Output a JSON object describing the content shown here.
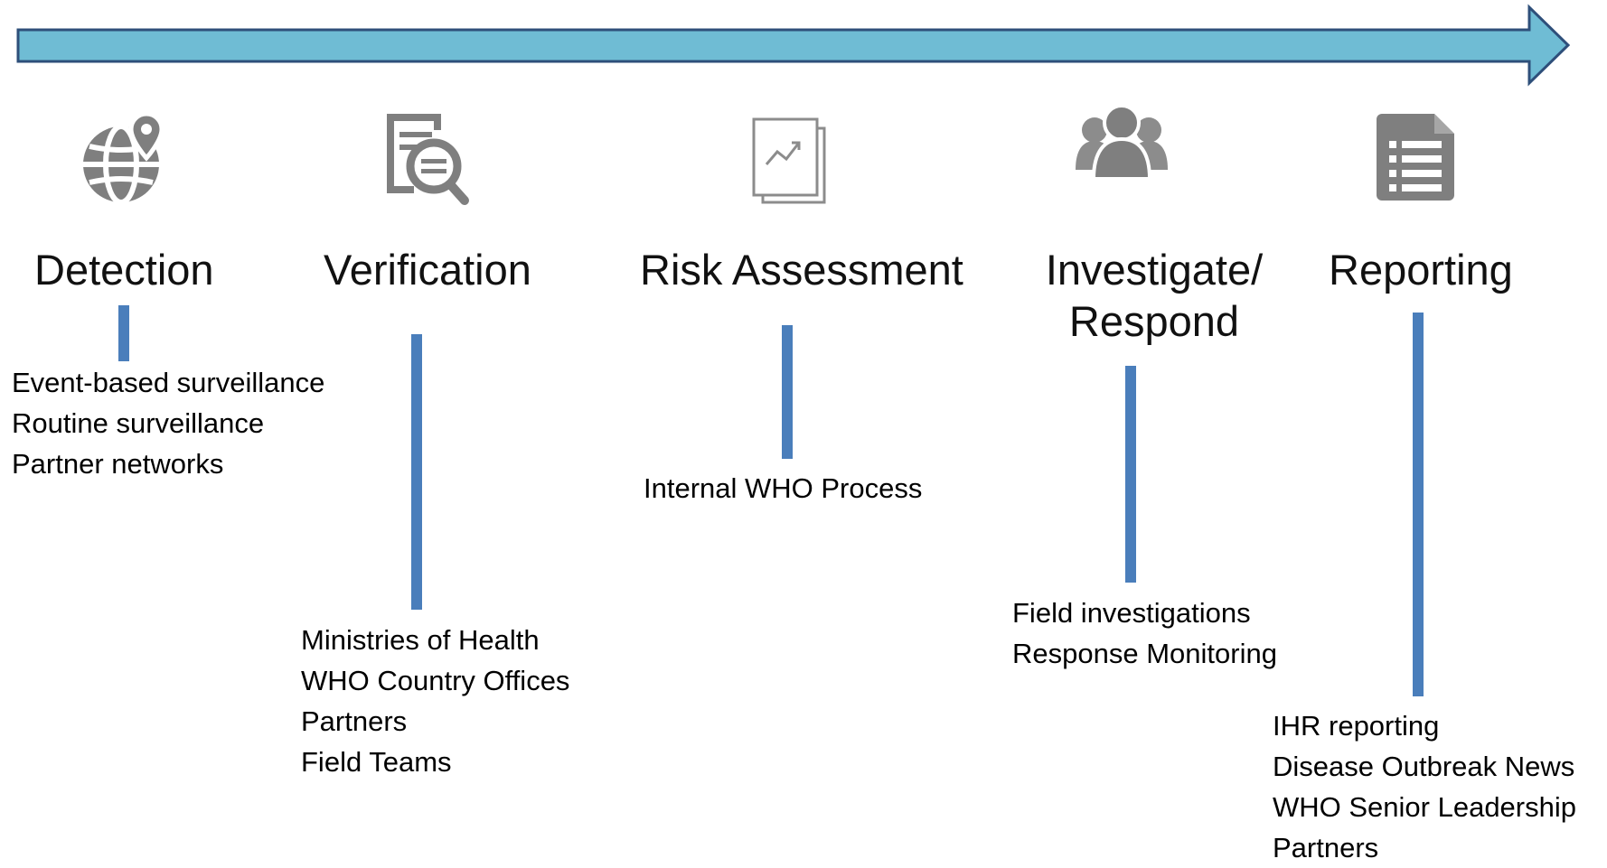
{
  "stages": [
    {
      "id": "detection",
      "title": "Detection",
      "icon": "globe-location-icon",
      "items": [
        "Event-based surveillance",
        "Routine surveillance",
        "Partner networks"
      ]
    },
    {
      "id": "verification",
      "title": "Verification",
      "icon": "document-search-icon",
      "items": [
        "Ministries of Health",
        "WHO Country Offices",
        "Partners",
        "Field Teams"
      ]
    },
    {
      "id": "risk-assessment",
      "title": "Risk Assessment",
      "icon": "chart-document-icon",
      "items": [
        "Internal WHO Process"
      ]
    },
    {
      "id": "investigate-respond",
      "title_lines": [
        "Investigate/",
        "Respond"
      ],
      "icon": "people-group-icon",
      "items": [
        "Field investigations",
        "Response Monitoring"
      ]
    },
    {
      "id": "reporting",
      "title": "Reporting",
      "icon": "report-list-icon",
      "items": [
        "IHR reporting",
        "Disease Outbreak News",
        "WHO Senior Leadership",
        "Partners"
      ]
    }
  ],
  "colors": {
    "arrow_fill": "#6fbcd4",
    "arrow_stroke": "#2e4f7a",
    "connector": "#4a7ebb",
    "icon": "#7f7f7f"
  }
}
